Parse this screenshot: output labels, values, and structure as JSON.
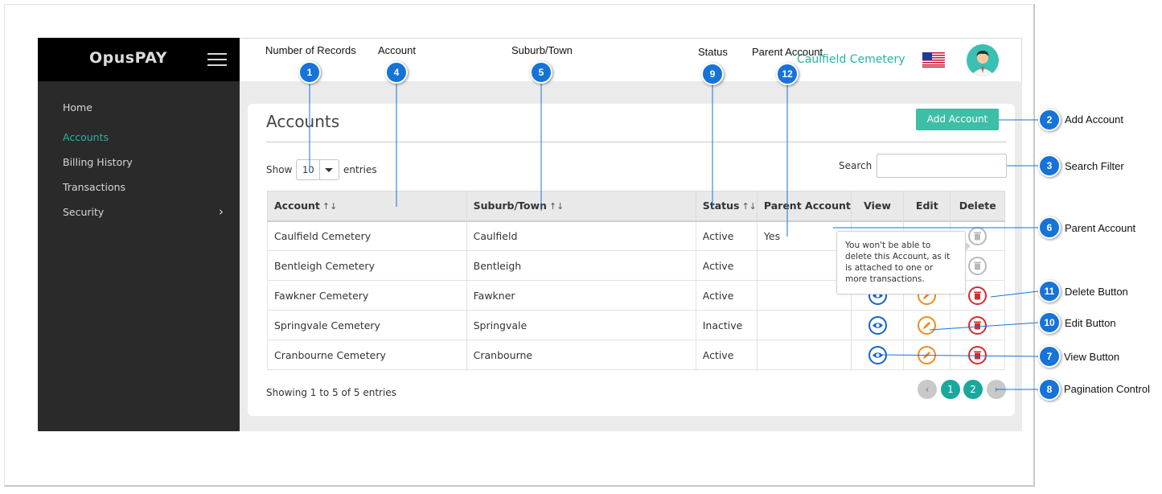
{
  "app": {
    "brand": "OpusPAY",
    "client_name": "Caulfield Cemetery"
  },
  "sidebar": {
    "items": [
      {
        "label": "Home"
      },
      {
        "label": "Accounts"
      },
      {
        "label": "Billing History"
      },
      {
        "label": "Transactions"
      },
      {
        "label": "Security"
      }
    ]
  },
  "page": {
    "title": "Accounts",
    "add_button": "Add Account",
    "show_label": "Show",
    "entries_value": "10",
    "entries_label": "entries",
    "search_label": "Search",
    "search_value": "",
    "info": "Showing 1 to 5 of 5 entries",
    "columns": [
      "Account",
      "Suburb/Town",
      "Status",
      "Parent Account",
      "View",
      "Edit",
      "Delete"
    ],
    "rows": [
      {
        "account": "Caulfield Cemetery",
        "suburb": "Caulfield",
        "status": "Active",
        "parent": "Yes"
      },
      {
        "account": "Bentleigh Cemetery",
        "suburb": "Bentleigh",
        "status": "Active",
        "parent": ""
      },
      {
        "account": "Fawkner Cemetery",
        "suburb": "Fawkner",
        "status": "Active",
        "parent": ""
      },
      {
        "account": "Springvale Cemetery",
        "suburb": "Springvale",
        "status": "Inactive",
        "parent": ""
      },
      {
        "account": "Cranbourne Cemetery",
        "suburb": "Cranbourne",
        "status": "Active",
        "parent": ""
      }
    ],
    "tooltip": "You won't be able to delete this Account, as it is attached to one or more transactions.",
    "pagination": {
      "pages": [
        "1",
        "2"
      ]
    }
  },
  "callouts": {
    "top": [
      {
        "num": "1",
        "label": "Number of Records"
      },
      {
        "num": "4",
        "label": "Account"
      },
      {
        "num": "5",
        "label": "Suburb/Town"
      },
      {
        "num": "9",
        "label": "Status"
      },
      {
        "num": "12",
        "label": "Parent Account"
      }
    ],
    "right": [
      {
        "num": "2",
        "label": "Add Account"
      },
      {
        "num": "3",
        "label": "Search Filter"
      },
      {
        "num": "6",
        "label": "Parent Account"
      },
      {
        "num": "11",
        "label": "Delete Button"
      },
      {
        "num": "10",
        "label": "Edit Button"
      },
      {
        "num": "7",
        "label": "View Button"
      },
      {
        "num": "8",
        "label": "Pagination Control"
      }
    ]
  },
  "colors": {
    "accent": "#2ab3a6",
    "badge": "#1673d8",
    "view": "#1464c8",
    "edit": "#f28c1e",
    "delete": "#d92a2a"
  }
}
